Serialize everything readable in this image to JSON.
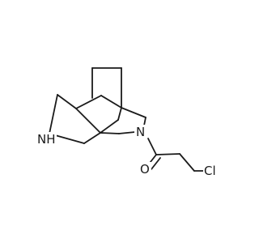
{
  "molecule": {
    "atoms": {
      "nh": "NH",
      "n": "N",
      "o": "O",
      "cl": "Cl"
    },
    "colors": {
      "bond": "#1a1a1a",
      "background": "#ffffff"
    }
  }
}
